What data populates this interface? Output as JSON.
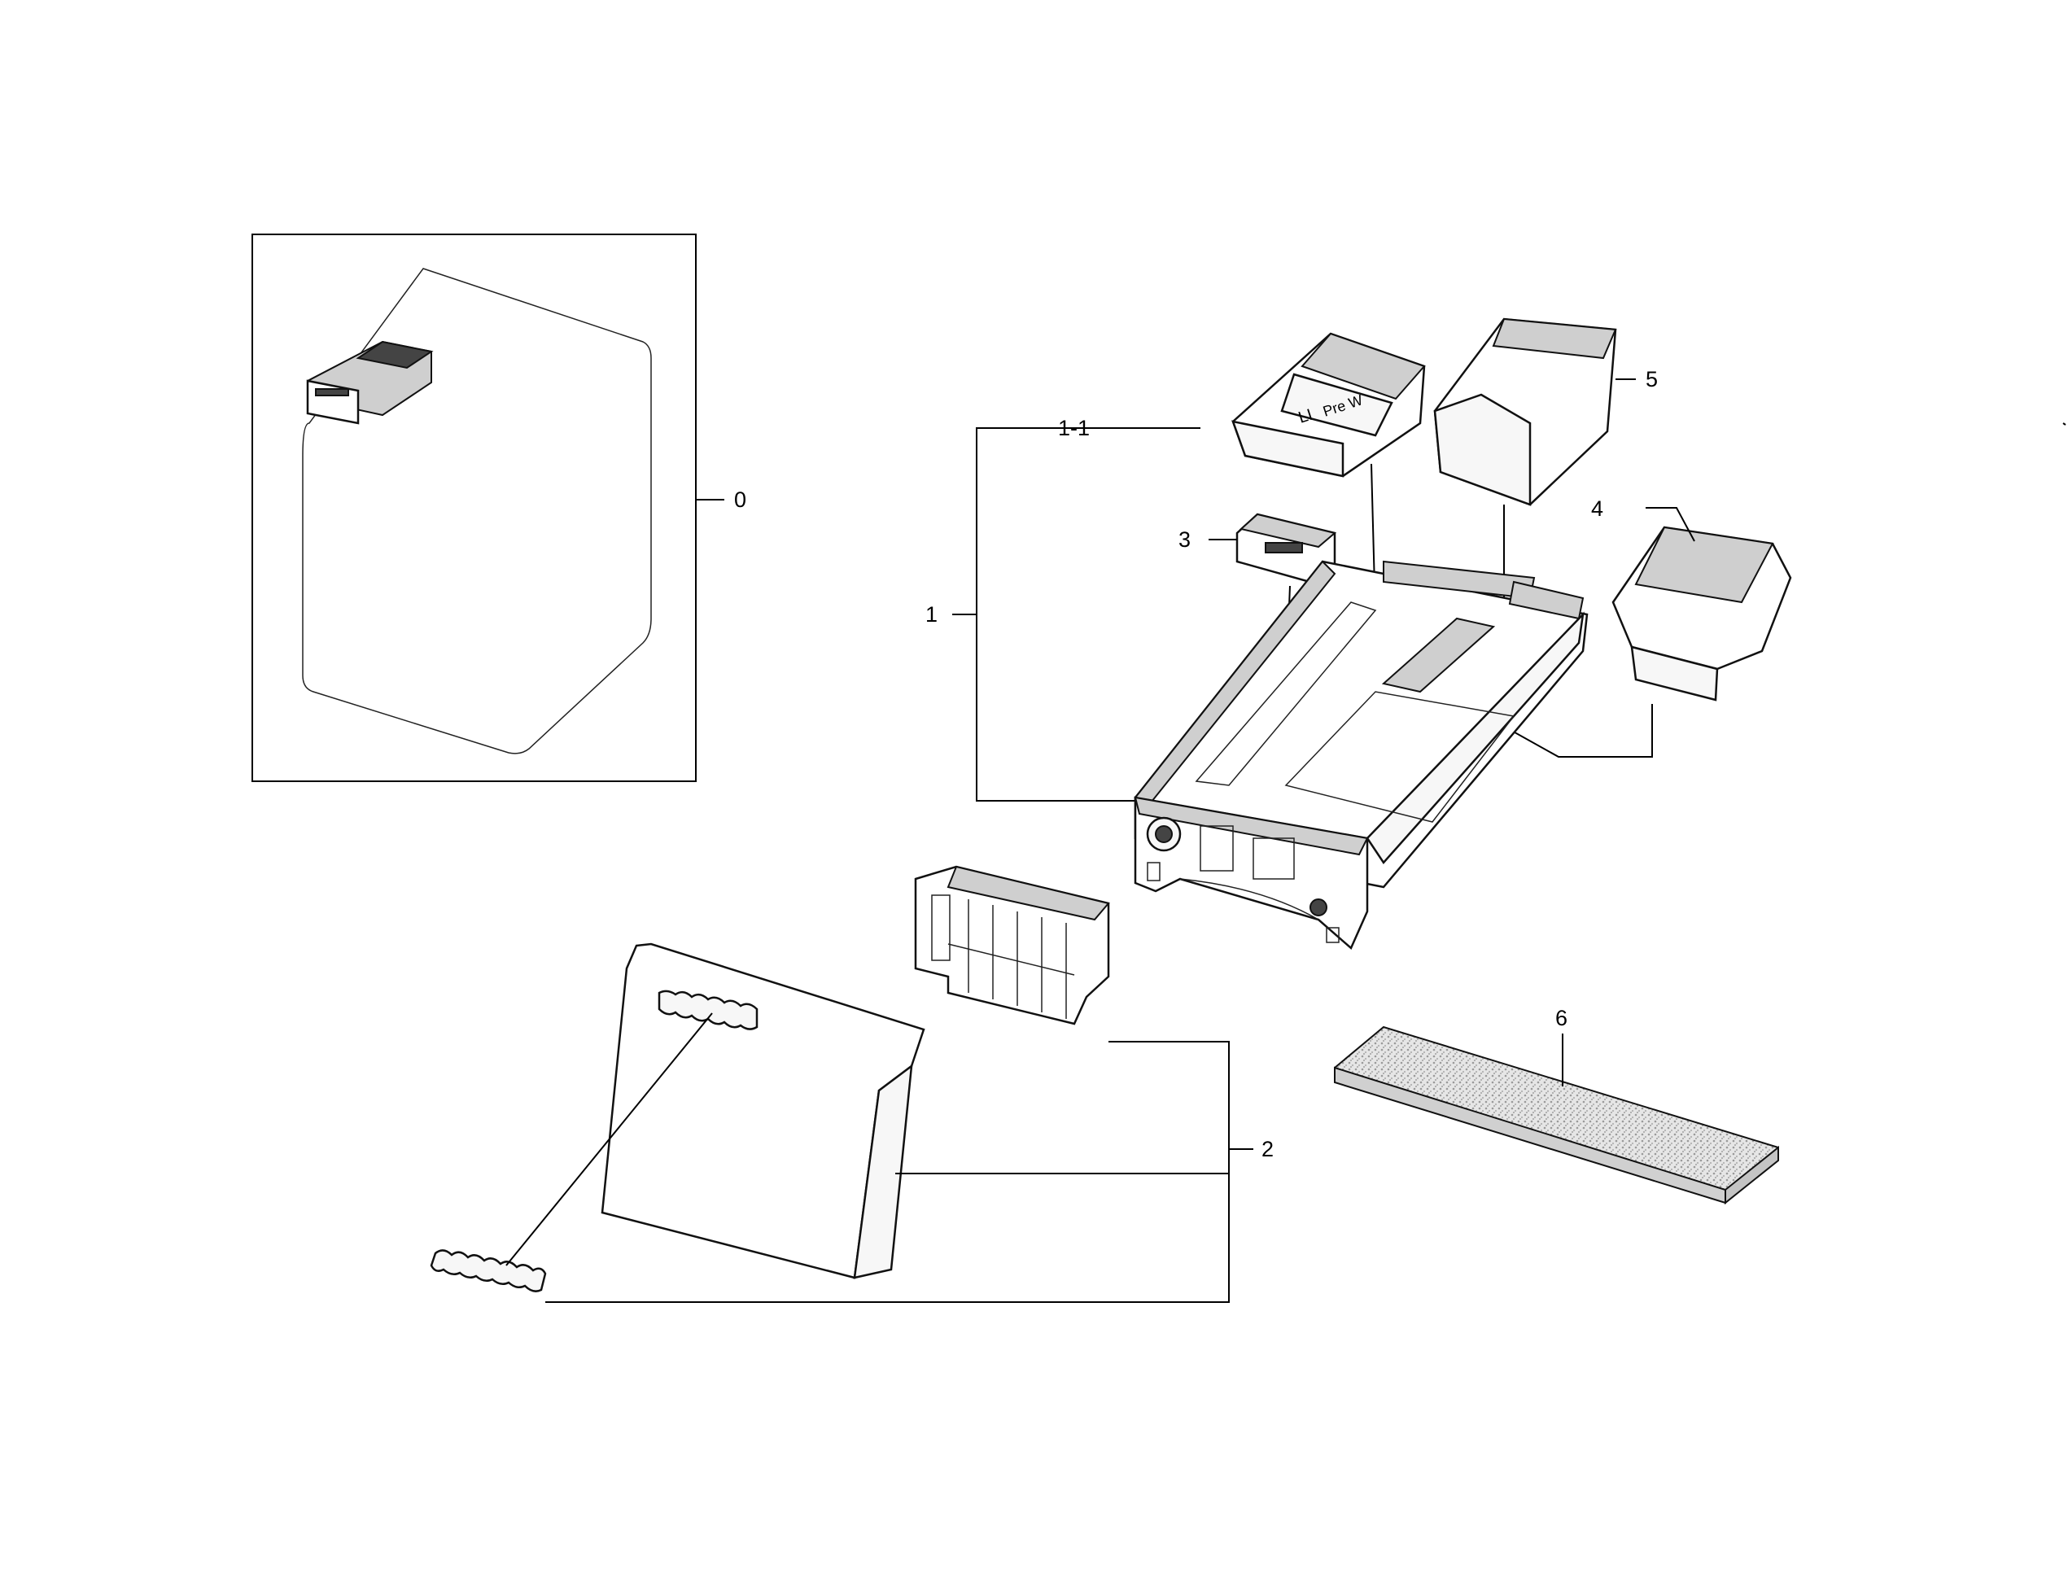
{
  "callouts": {
    "c0": "0",
    "c1": "1",
    "c1_1": "1-1",
    "c2": "2",
    "c3": "3",
    "c4": "4",
    "c5": "5",
    "c6": "6"
  },
  "drawer_print": {
    "text1": "LI",
    "text2": "Pre W"
  }
}
